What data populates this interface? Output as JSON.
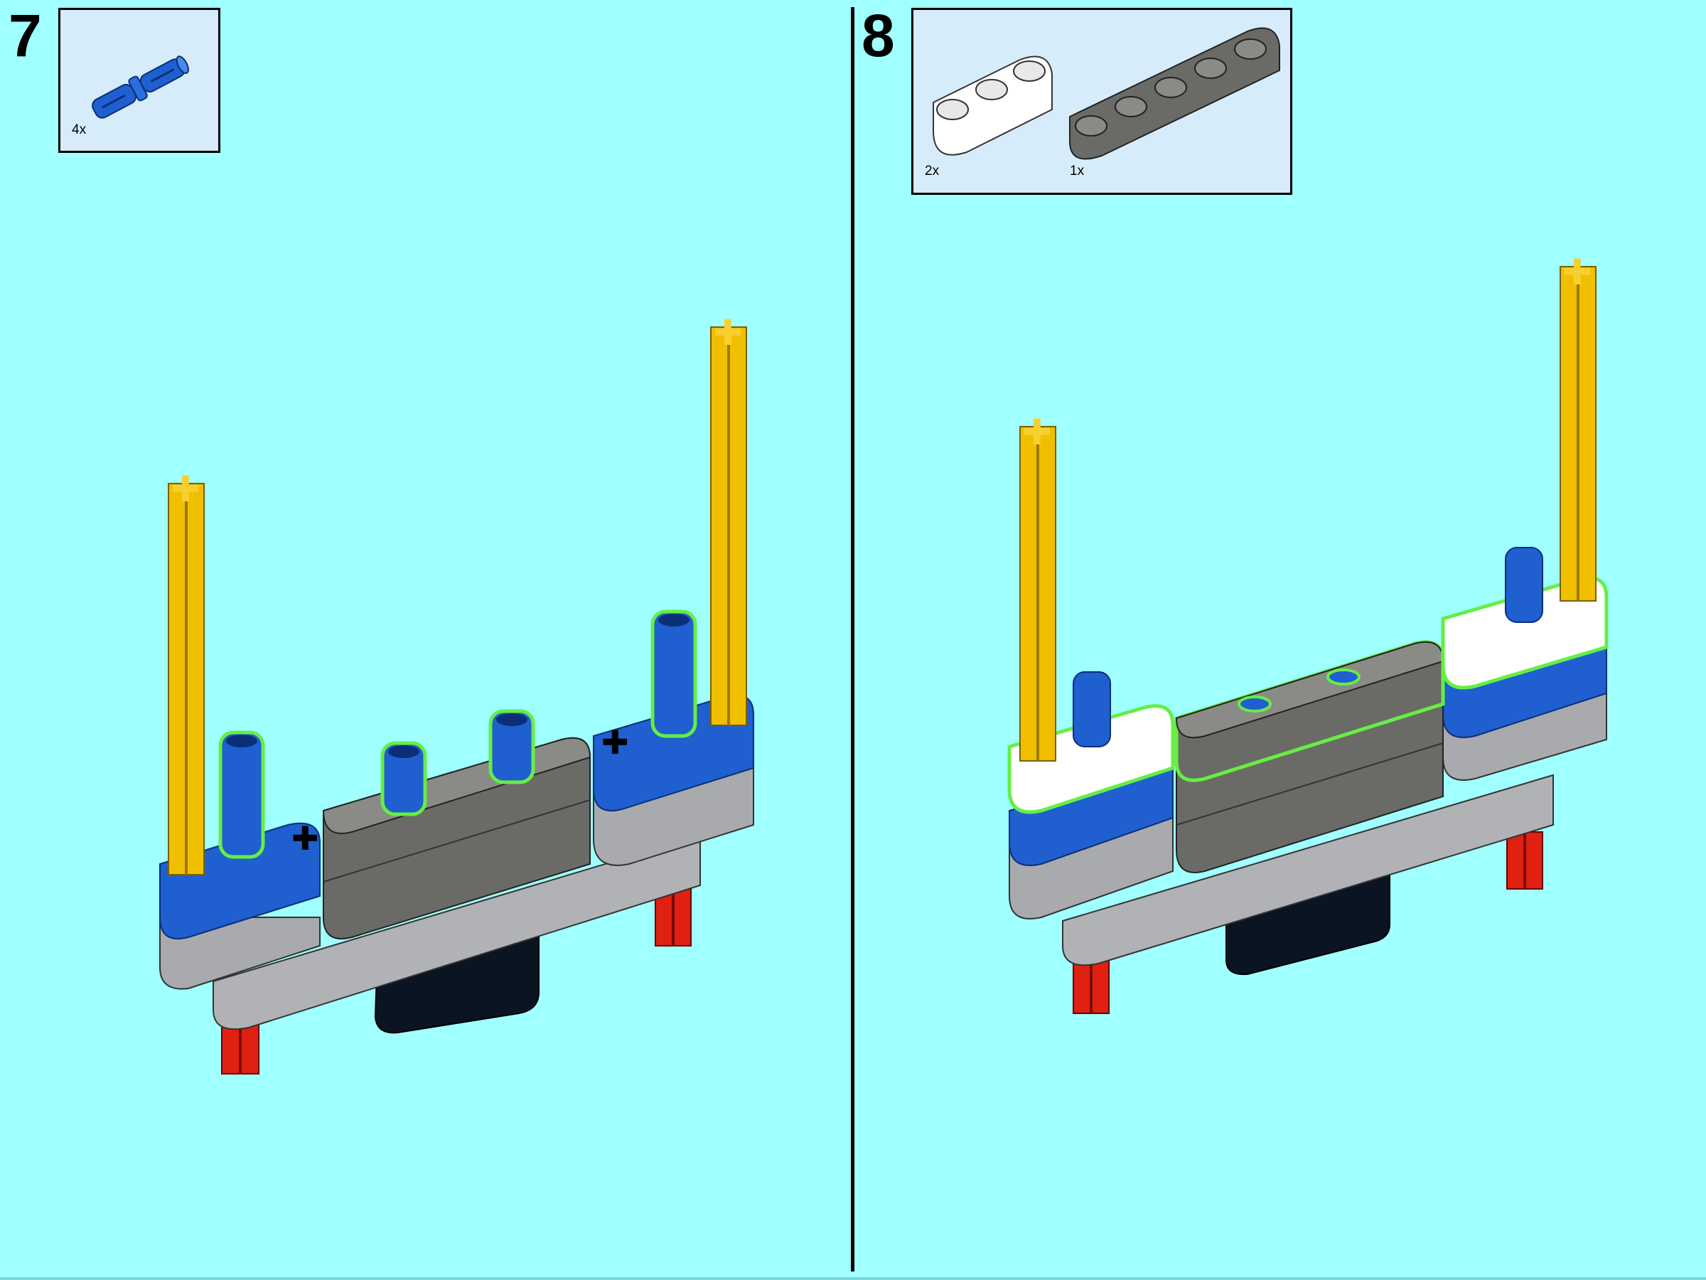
{
  "steps": [
    {
      "number": "7",
      "parts": [
        {
          "part": "blue pin with friction",
          "quantity": "4x"
        }
      ]
    },
    {
      "number": "8",
      "parts": [
        {
          "part": "white 3L beam",
          "quantity": "2x"
        },
        {
          "part": "dark grey 5L beam",
          "quantity": "1x"
        }
      ]
    }
  ],
  "colors": {
    "background": "#a0ffff",
    "callout_background": "#d6ecfa",
    "highlight": "#66ee44",
    "blue": "#1f5fd0",
    "yellow": "#f0c000",
    "red": "#e02010",
    "light_grey": "#a8aaad",
    "dark_grey": "#6a6b66",
    "white": "#ffffff",
    "black": "#0a1422"
  }
}
